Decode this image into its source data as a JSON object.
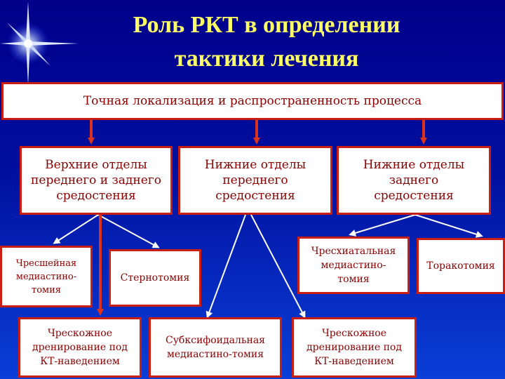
{
  "title": {
    "line1": "Роль РКТ в определении",
    "line2": "тактики лечения"
  },
  "main_box": "Точная локализация и распространенность процесса",
  "level2": [
    "Верхние отделы переднего и заднего средостения",
    "Нижние отделы переднего средостения",
    "Нижние отделы заднего средостения"
  ],
  "level3": {
    "transcervical": "Чресшейная медиастино-томия",
    "sternotomy": "Стернотомия",
    "percutaneous_1": "Чрескожное дренирование под КТ-наведением",
    "subxiphoid": "Субксифоидальная медиастино-томия",
    "transhiatal": "Чресхиатальная медиастино-томия",
    "thoracotomy": "Торакотомия",
    "percutaneous_2": "Чрескожное дренирование под КТ-наведением"
  },
  "colors": {
    "background_top": "#00008a",
    "background_bottom": "#0a3fd8",
    "title": "#ffff66",
    "box_border": "#c81e14",
    "box_text": "#8b0000",
    "down_arrow": "#d9321e",
    "branch_arrow": "#ffffff"
  }
}
